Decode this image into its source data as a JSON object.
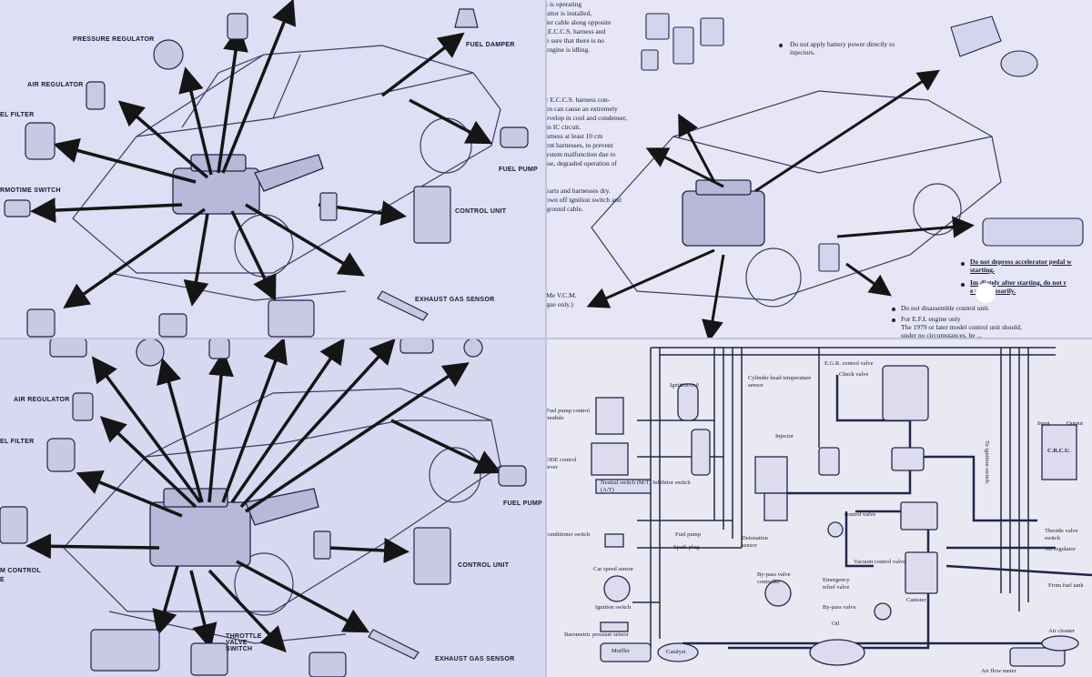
{
  "q1": {
    "labels": {
      "pressure_regulator": "PRESSURE REGULATOR",
      "air_regulator": "AIR REGULATOR",
      "fuel_filter": "EL FILTER",
      "thermotime_switch": "RMOTIME SWITCH",
      "fuel_damper": "FUEL DAMPER",
      "fuel_pump": "FUEL PUMP",
      "control_unit": "CONTROL UNIT",
      "exhaust_gas_sensor": "EXHAUST GAS SENSOR"
    }
  },
  "q2": {
    "text_lines": [
      "t is operating",
      "uttor is installed,",
      "ler cable along opposite",
      ".E.C.C.S. harness and",
      "e sure that there is no",
      "engine is idling.",
      "",
      "",
      "r E.C.C.S. harness con-",
      "en can cause an extremely",
      "evelop in cool and condenser,",
      "in IC circuit.",
      "arness at least 10 cm",
      "ent harnesses, to prevent",
      "ystem malfunction due to",
      "ise, degraded operation of",
      "",
      "earts and harnesses dry.",
      "own off ignition switch and",
      "ground cable."
    ],
    "battery_note_1": "Do not apply battery power directly to",
    "battery_note_2": "injectors.",
    "accel_note_1": "Do not depress accelerator pedal w",
    "accel_note_2": "starting.",
    "after_start_1": "Im   diately after starting, do not r",
    "after_start_2": "e unnecessarily.",
    "disassemble_note": "Do not disassemble control unit.",
    "efi_note_1": "For E.F.I. engine only",
    "efi_note_2": "The 1979 or later model control unit should,",
    "efi_note_3": "under no circumstances, be ...",
    "vcm_1": "Me V.C.M.",
    "vcm_2": "gne only.)"
  },
  "q3": {
    "labels": {
      "air_regulator": "AIR REGULATOR",
      "fuel_filter": "EL FILTER",
      "fuel_pump": "FUEL PUMP",
      "control_unit": "CONTROL UNIT",
      "cold_start": "M CONTROL",
      "cold_start_2": "E",
      "throttle_valve_1": "THROTTLE",
      "throttle_valve_2": "VALVE",
      "throttle_valve_3": "SWITCH",
      "exhaust_gas_sensor": "EXHAUST GAS SENSOR"
    }
  },
  "q4": {
    "labels": {
      "ignition_coil": "Ignition coil",
      "cylinder_head_temp": "Cylinder head temperature sensor",
      "egr_control_valve": "E.G.R. control valve",
      "check_valve": "Check valve",
      "fuel_pump_control": "Fuel pump control module",
      "injector": "Injector",
      "input": "Input",
      "output": "Output",
      "ecu": "C.R.C.U.",
      "ignition_switch_v": "To ignition switch",
      "mode_lever": "ODE control lever",
      "neutral_switch": "Neutral switch (M/T) Inhibitor switch (A/T)",
      "conditioner_switch": "conditioner switch",
      "fuel_pump": "Fuel pump",
      "spark_plug": "Spark plug",
      "detonation_sensor": "Detonation sensor",
      "control_valve": "control valve",
      "throttle_valve_switch": "Throttle valve switch",
      "air_regulator": "Air regulator",
      "vacuum_control_valve": "Vacuum control valve",
      "car_speed_sensor": "Car speed sensor",
      "emergency_relief": "Emergency relief valve",
      "from_fuel_tank": "From fuel tank",
      "bypass_controller": "By-pass valve controller",
      "canister": "Canister",
      "ignition_switch": "Ignition switch",
      "bypass_valve": "By-pass valve",
      "oil": "Oil",
      "baro_sensor": "Barometric pressure sensor",
      "muffler": "Muffler",
      "catalyst": "Catalyst",
      "air_cleaner": "Air cleaner",
      "air_flow_meter": "Air flow meter"
    }
  },
  "colors": {
    "ink": "#1a1a3a",
    "arrow": "#151515",
    "paper_q1": "#dedef4",
    "paper_q2": "#e6e6f6",
    "paper_q3": "#d8d8f0",
    "paper_q4": "#e9e9f4"
  }
}
